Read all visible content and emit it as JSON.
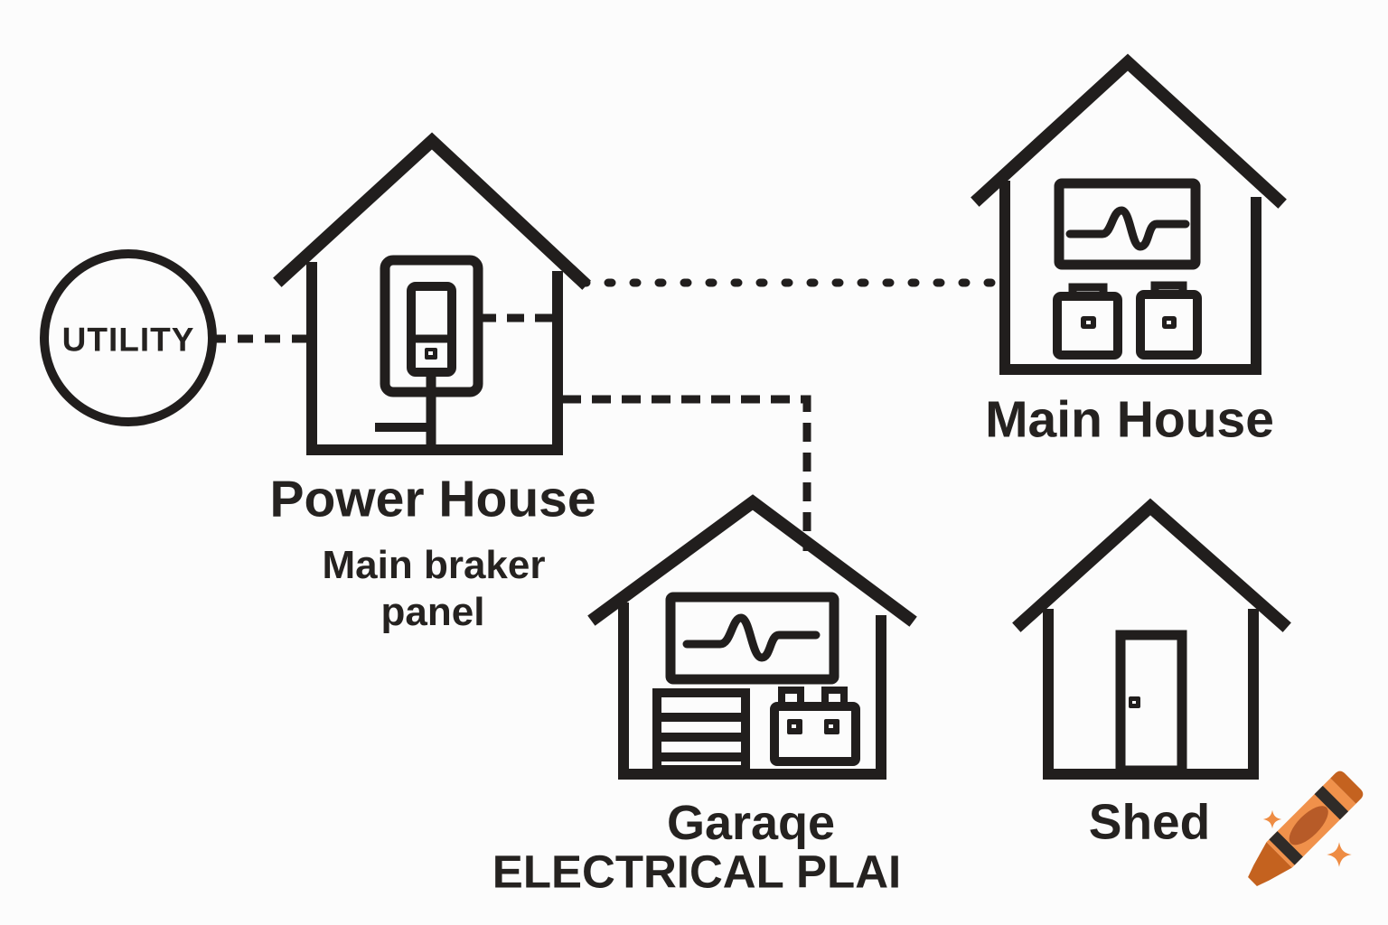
{
  "diagram": {
    "title": "ELECTRICAL PLAI",
    "nodes": {
      "utility": {
        "label": "UTILITY",
        "shape": "circle"
      },
      "power_house": {
        "label": "Power House",
        "sublabel_lines": [
          "Main braker",
          "panel"
        ],
        "icon": "breaker-panel-house"
      },
      "main_house": {
        "label": "Main House",
        "icon": "house-with-inverter-and-two-batteries"
      },
      "garage": {
        "label": "Garaqe",
        "icon": "house-with-inverter-garage-door-car-battery"
      },
      "shed": {
        "label": "Shed",
        "icon": "house-with-door"
      }
    },
    "connections": [
      {
        "from": "UTILITY",
        "to": "Power House",
        "style": "dashed"
      },
      {
        "from": "Power House",
        "to": "Main House",
        "style": "dotted"
      },
      {
        "from": "Power House",
        "to": "Garaqe",
        "style": "dashed-elbow"
      },
      {
        "from": "breaker-panel",
        "to": "power-house-wall",
        "style": "dashed-short"
      }
    ],
    "colors": {
      "line": "#211e1d",
      "text": "#252220",
      "background": "#fcfcfc",
      "crayon_body": "#F0914B",
      "crayon_tip": "#C4621F",
      "crayon_label_ellipse": "#B75B28",
      "crayon_stripe": "#2F2B28",
      "sparkle": "#EE8C43"
    }
  }
}
